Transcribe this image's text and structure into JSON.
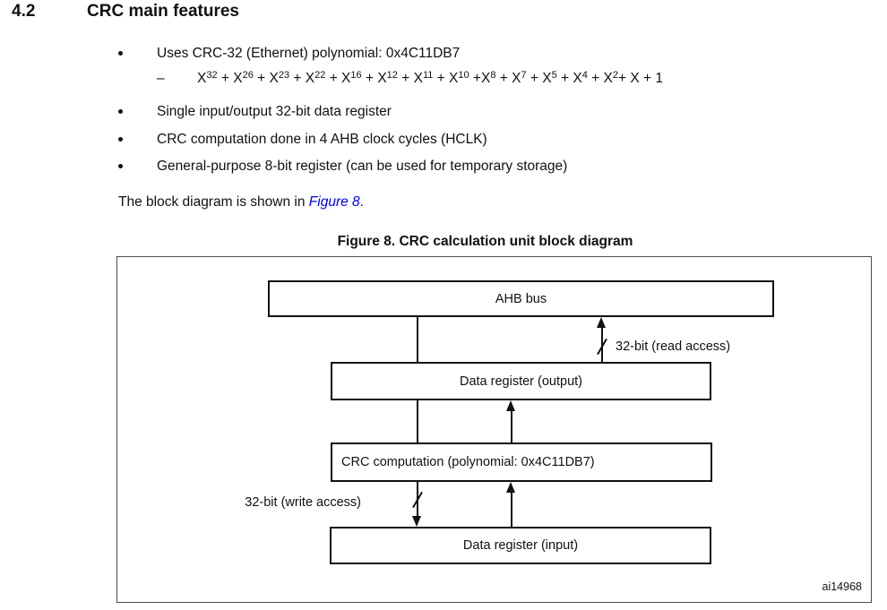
{
  "section": {
    "number": "4.2",
    "title": "CRC main features"
  },
  "bullets": [
    {
      "text": "Uses CRC-32 (Ethernet) polynomial: 0x4C11DB7"
    },
    {
      "text": "Single input/output 32-bit data register"
    },
    {
      "text": "CRC computation done in 4 AHB clock cycles (HCLK)"
    },
    {
      "text": "General-purpose 8-bit register (can be used for temporary storage)"
    }
  ],
  "polynomial": {
    "dash": "–",
    "segments": [
      {
        "text": "X"
      },
      {
        "sup": "32"
      },
      {
        "text": " + X"
      },
      {
        "sup": "26"
      },
      {
        "text": " + X"
      },
      {
        "sup": "23"
      },
      {
        "text": " + X"
      },
      {
        "sup": "22"
      },
      {
        "text": " + X"
      },
      {
        "sup": "16"
      },
      {
        "text": " + X"
      },
      {
        "sup": "12"
      },
      {
        "text": " + X"
      },
      {
        "sup": "11"
      },
      {
        "text": " + X"
      },
      {
        "sup": "10"
      },
      {
        "text": " +X"
      },
      {
        "sup": "8"
      },
      {
        "text": " + X"
      },
      {
        "sup": "7"
      },
      {
        "text": " + X"
      },
      {
        "sup": "5"
      },
      {
        "text": " + X"
      },
      {
        "sup": "4"
      },
      {
        "text": " + X"
      },
      {
        "sup": "2"
      },
      {
        "text": "+ X + 1"
      }
    ]
  },
  "paragraph": {
    "before_link": "The block diagram is shown in ",
    "link_text": "Figure 8",
    "after_link": "."
  },
  "figure": {
    "caption": "Figure 8. CRC calculation unit block diagram",
    "boxes": {
      "ahb_bus": "AHB bus",
      "data_register_output": "Data register (output)",
      "crc_computation": "CRC computation (polynomial: 0x4C11DB7)",
      "data_register_input": "Data register (input)"
    },
    "labels": {
      "read_access": "32-bit (read access)",
      "write_access": "32-bit (write access)",
      "image_id": "ai14968"
    }
  },
  "colors": {
    "text": "#111111",
    "link": "#0000ee",
    "line": "#111111",
    "frame_border": "#4c4c4c"
  }
}
